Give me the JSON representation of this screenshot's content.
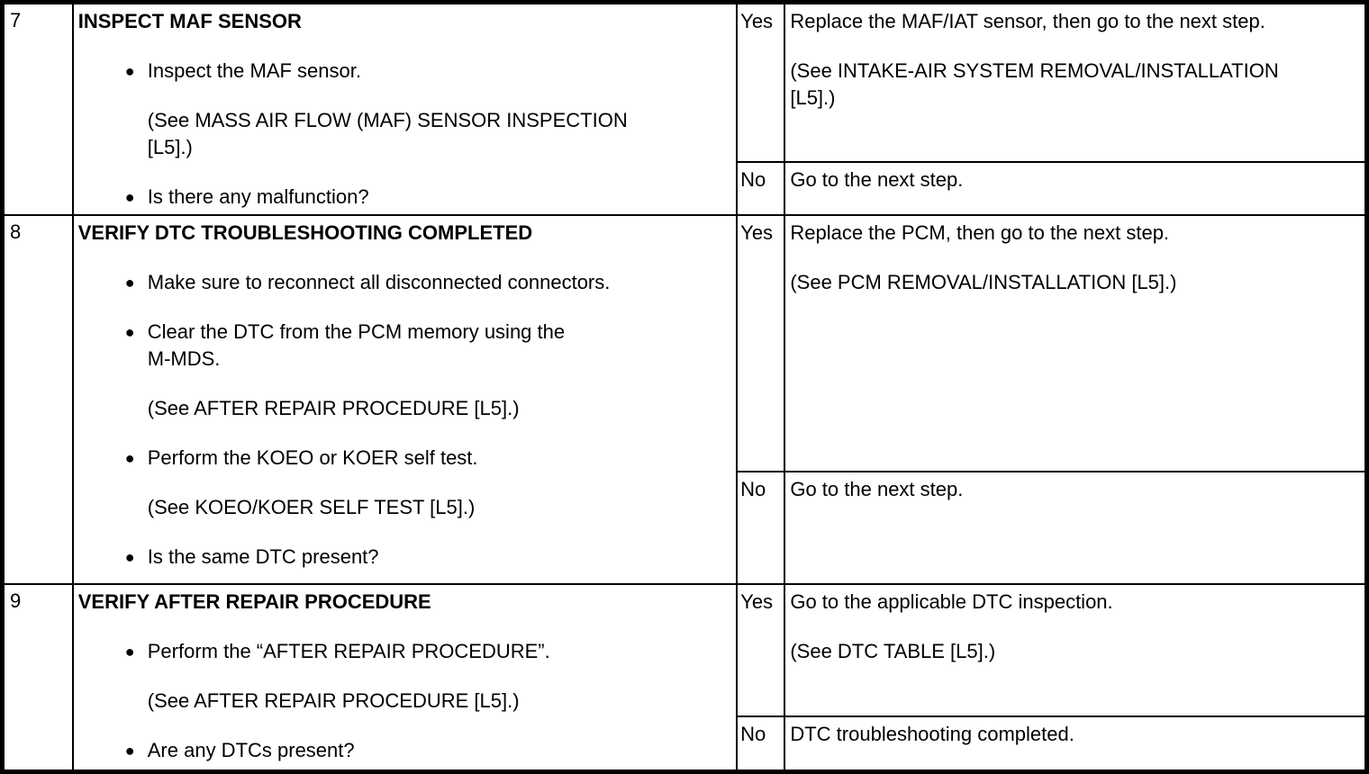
{
  "icons": {
    "bullet": "●"
  },
  "table": {
    "rows": [
      {
        "step": "7",
        "title": "INSPECT MAF SENSOR",
        "items": [
          {
            "bullet": true,
            "text": "Inspect the MAF sensor."
          },
          {
            "bullet": false,
            "text": "(See MASS AIR FLOW (MAF) SENSOR INSPECTION\n[L5].)"
          },
          {
            "bullet": true,
            "text": "Is there any malfunction?"
          }
        ],
        "yes": {
          "label": "Yes",
          "paragraphs": [
            "Replace the MAF/IAT sensor, then go to the next step.",
            "(See INTAKE-AIR SYSTEM REMOVAL/INSTALLATION\n[L5].)"
          ]
        },
        "no": {
          "label": "No",
          "paragraphs": [
            "Go to the next step."
          ]
        }
      },
      {
        "step": "8",
        "title": "VERIFY DTC TROUBLESHOOTING COMPLETED",
        "items": [
          {
            "bullet": true,
            "text": "Make sure to reconnect all disconnected connectors."
          },
          {
            "bullet": true,
            "text": "Clear the DTC from the PCM memory using the\nM-MDS."
          },
          {
            "bullet": false,
            "text": "(See AFTER REPAIR PROCEDURE [L5].)"
          },
          {
            "bullet": true,
            "text": "Perform the KOEO or KOER self test."
          },
          {
            "bullet": false,
            "text": "(See KOEO/KOER SELF TEST [L5].)"
          },
          {
            "bullet": true,
            "text": "Is the same DTC present?"
          }
        ],
        "yes": {
          "label": "Yes",
          "paragraphs": [
            "Replace the PCM, then go to the next step.",
            "(See PCM REMOVAL/INSTALLATION [L5].)"
          ]
        },
        "no": {
          "label": "No",
          "paragraphs": [
            "Go to the next step."
          ]
        }
      },
      {
        "step": "9",
        "title": "VERIFY AFTER REPAIR PROCEDURE",
        "items": [
          {
            "bullet": true,
            "text": "Perform the “AFTER REPAIR PROCEDURE”."
          },
          {
            "bullet": false,
            "text": "(See AFTER REPAIR PROCEDURE [L5].)"
          },
          {
            "bullet": true,
            "text": "Are any DTCs present?"
          }
        ],
        "yes": {
          "label": "Yes",
          "paragraphs": [
            "Go to the applicable DTC inspection.",
            "(See DTC TABLE [L5].)"
          ]
        },
        "no": {
          "label": "No",
          "paragraphs": [
            "DTC troubleshooting completed."
          ]
        }
      }
    ]
  }
}
